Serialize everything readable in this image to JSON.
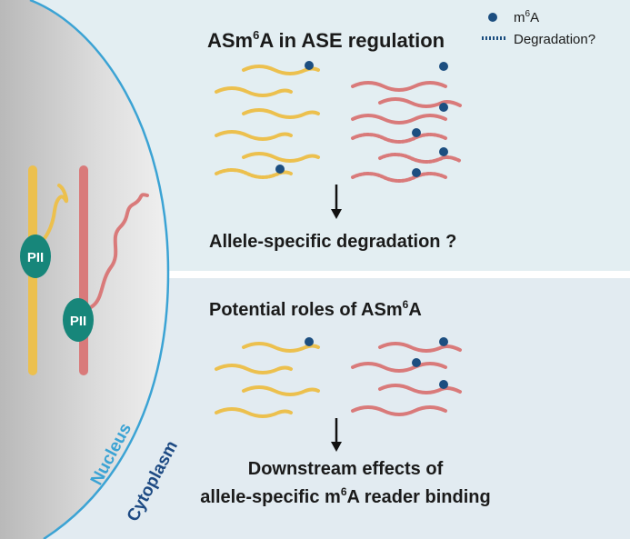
{
  "top_panel": {
    "title_prefix": "ASm",
    "title_sup": "6",
    "title_suffix": "A in ASE regulation",
    "conclusion": "Allele-specific degradation ?"
  },
  "bottom_panel": {
    "title_prefix": "Potential roles of ASm",
    "title_sup": "6",
    "title_suffix": "A",
    "conclusion_line1": "Downstream effects of",
    "conclusion_line2_prefix": "allele-specific m",
    "conclusion_line2_sup": "6",
    "conclusion_line2_suffix": "A reader binding"
  },
  "legend": {
    "m6a_prefix": "m",
    "m6a_sup": "6",
    "m6a_suffix": "A",
    "degradation_label": "Degradation?"
  },
  "cell": {
    "polymerase_label_1": "PII",
    "polymerase_label_2": "PII",
    "nucleus_label": "Nucleus",
    "cytoplasm_label": "Cytoplasm"
  },
  "colors": {
    "allele_yellow": "#ecc04e",
    "allele_red": "#d97a7a",
    "m6a_dot": "#1c4e80",
    "polymerase": "#17867a",
    "nucleus_blue": "#3ba3d4",
    "cytoplasm_navy": "#1d4a83",
    "top_bg": "#e3eef2",
    "bottom_bg": "#e2ebf1"
  }
}
